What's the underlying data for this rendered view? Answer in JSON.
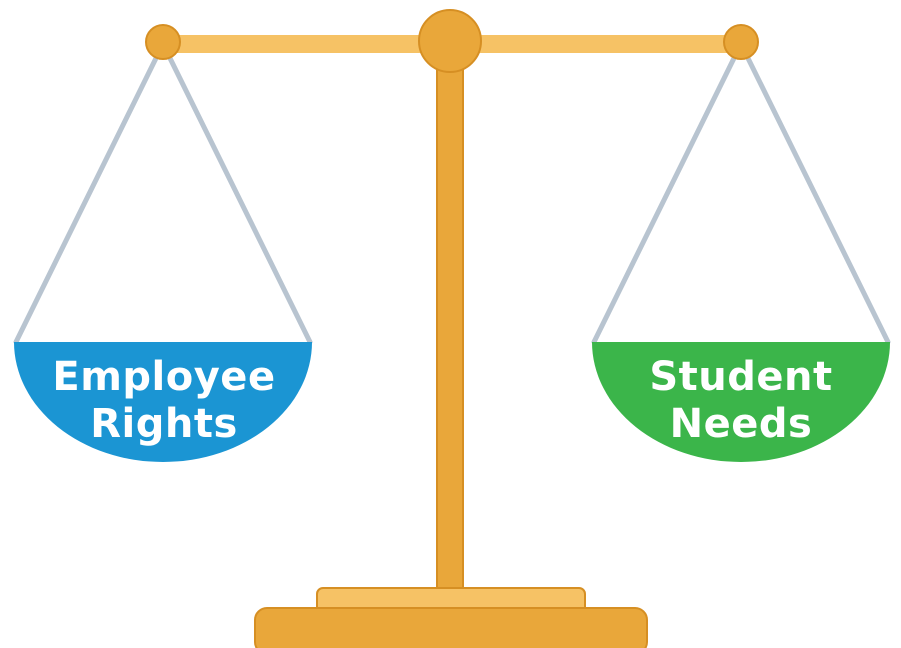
{
  "left_pan": {
    "line1": "Employee",
    "line2": "Rights",
    "color": "#1b95d3"
  },
  "right_pan": {
    "line1": "Student",
    "line2": "Needs",
    "color": "#3bb54a"
  },
  "colors": {
    "frame": "#e9a73a",
    "frame_stroke": "#d68f23",
    "beam": "#f6c265",
    "chains": "#b8c4d0"
  }
}
